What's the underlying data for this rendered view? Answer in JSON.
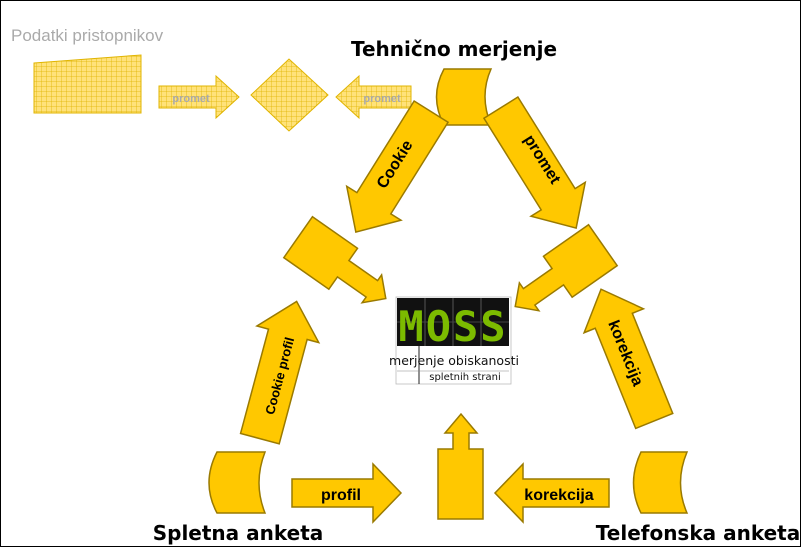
{
  "legend": {
    "title": "Podatki pristopnikov",
    "left_arrow_label": "promet",
    "right_arrow_label": "promet"
  },
  "nodes": {
    "top": "Tehnično merjenje",
    "bottom_left": "Spletna anketa",
    "bottom_right": "Telefonska anketa"
  },
  "arrows": {
    "cookie": "Cookie",
    "promet": "promet",
    "cookie_profil": "Cookie profil",
    "korekcija_right": "korekcija",
    "profil": "profil",
    "korekcija_bottom": "korekcija"
  },
  "logo": {
    "letters": "MOSS",
    "line1": "merjenje obiskanosti",
    "line2": "spletnih strani"
  },
  "colors": {
    "fill": "#FFC800",
    "stroke": "#9A7A00",
    "legend_fill": "#FFE27A",
    "legend_text": "#AAAAAA",
    "logo_green": "#7CBB00"
  }
}
